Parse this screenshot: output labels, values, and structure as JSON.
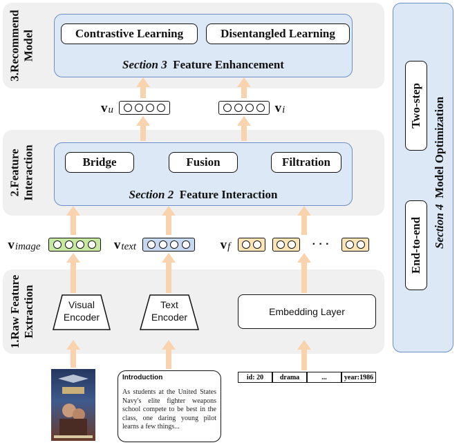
{
  "layers": {
    "recommend": {
      "label_line1": "3.Recommend",
      "label_line2": "Model"
    },
    "interaction": {
      "label_line1": "2.Feature",
      "label_line2": "Interaction"
    },
    "extraction": {
      "label_line1": "1.Raw Feature",
      "label_line2": "Extraction"
    }
  },
  "section3": {
    "modules": [
      "Contrastive Learning",
      "Disentangled Learning"
    ],
    "section_label": "Section 3",
    "name": "Feature Enhancement"
  },
  "section2": {
    "modules": [
      "Bridge",
      "Fusion",
      "Filtration"
    ],
    "section_label": "Section 2",
    "name": "Feature Interaction"
  },
  "section4": {
    "section_label": "Section 4",
    "name": "Model Optimization",
    "modules": [
      "Two-step",
      "End-to-end"
    ]
  },
  "vectors": {
    "v_u": {
      "base": "v",
      "sub": "u"
    },
    "v_i": {
      "base": "v",
      "sub": "i"
    },
    "v_image": {
      "base": "v",
      "sub": "image"
    },
    "v_text": {
      "base": "v",
      "sub": "text"
    },
    "v_f": {
      "base": "v",
      "sub": "f"
    },
    "ellipsis": "· · ·"
  },
  "colors": {
    "image_vector": "#c6e8a0",
    "text_vector": "#c7d9f0",
    "feature_vector": "#fde4b4",
    "arrow": "#f9d2ae",
    "section_fill": "#dce8f6",
    "section_border": "#6b8ec6",
    "band": "#f0f0f0"
  },
  "encoders": {
    "visual": {
      "line1": "Visual",
      "line2": "Encoder"
    },
    "text": {
      "line1": "Text",
      "line2": "Encoder"
    },
    "embedding": "Embedding Layer"
  },
  "inputs": {
    "poster_icon": "movie-poster-image",
    "intro_title": "Introduction",
    "intro_text": "As students at the United States Navy's elite fighter weapons school compete to be best in the class, one daring young pilot learns a few things...",
    "metadata": [
      "id: 20",
      "drama",
      "...",
      "year:1986"
    ]
  }
}
